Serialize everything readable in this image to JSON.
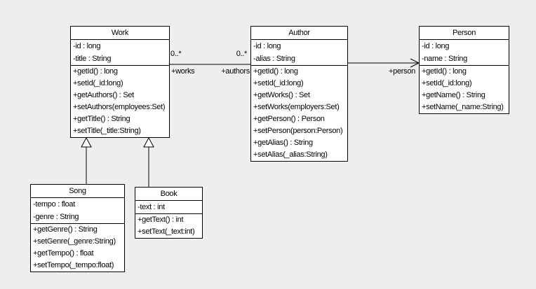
{
  "canvas": {
    "background_color": "#eeeeee",
    "box_fill_color": "#ffffff",
    "line_color": "#000000"
  },
  "classes": [
    {
      "name": "Work",
      "attributes": [
        "-id : long",
        "-title : String"
      ],
      "methods": [
        "+getId() : long",
        "+setId(_id:long)",
        "+getAuthors() : Set",
        "+setAuthors(employees:Set)",
        "+getTitle() : String",
        "+setTitle(_title:String)"
      ]
    },
    {
      "name": "Author",
      "attributes": [
        "-id : long",
        "-alias : String"
      ],
      "methods": [
        "+getId() : long",
        "+setId(_id:long)",
        "+getWorks() : Set",
        "+setWorks(employers:Set)",
        "+getPerson() : Person",
        "+setPerson(person:Person)",
        "+getAlias() : String",
        "+setAlias(_alias:String)"
      ]
    },
    {
      "name": "Person",
      "attributes": [
        "-id : long",
        "-name : String"
      ],
      "methods": [
        "+getId() : long",
        "+setId(_id:long)",
        "+getName() : String",
        "+setName(_name:String)"
      ]
    },
    {
      "name": "Song",
      "attributes": [
        "-tempo : float",
        "-genre : String"
      ],
      "methods": [
        "+getGenre() : String",
        "+setGenre(_genre:String)",
        "+getTempo() : float",
        "+setTempo(_tempo:float)"
      ]
    },
    {
      "name": "Book",
      "attributes": [
        "-text : int"
      ],
      "methods": [
        "+getText() : int",
        "+setText(_text:int)"
      ]
    }
  ],
  "associations": {
    "work_author": {
      "work_multiplicity": "0..*",
      "author_multiplicity": "0..*",
      "work_role": "+works",
      "author_role": "+authors"
    },
    "author_person": {
      "person_role": "+person"
    }
  }
}
